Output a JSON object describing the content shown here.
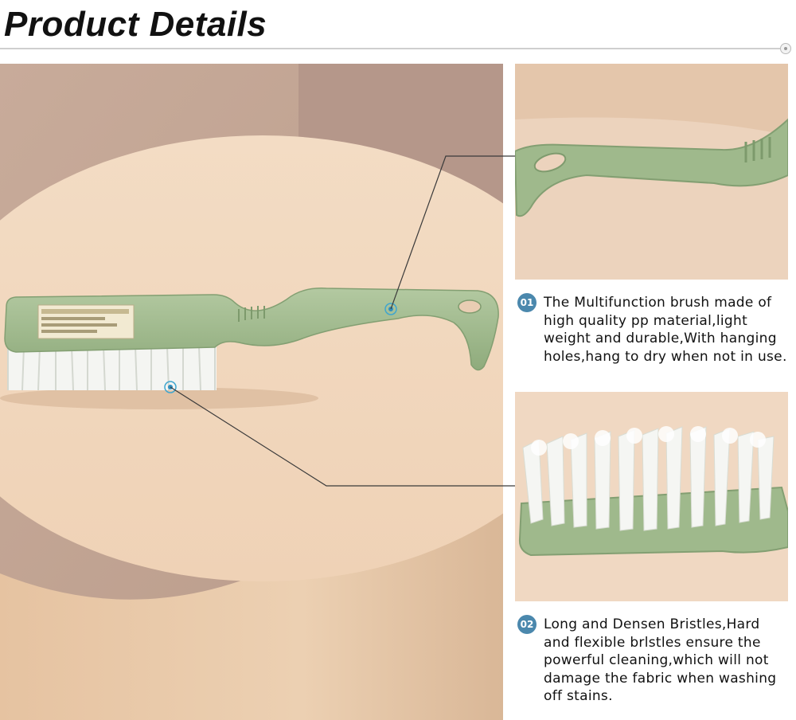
{
  "header": {
    "title": "Product Details"
  },
  "features": [
    {
      "number": "01",
      "text": "The Multifunction brush made of high quality pp material,light weight and durable,With hanging holes,hang to dry when not in use."
    },
    {
      "number": "02",
      "text": "Long and Densen Bristles,Hard and flexible brlstles ensure the powerful cleaning,which will not damage the fabric when washing off stains."
    }
  ],
  "colors": {
    "brush_green": "#9fb98c",
    "bristle_white": "#f4f5f2",
    "background_beige": "#efd5bb",
    "badge_blue": "#4b88ad"
  }
}
